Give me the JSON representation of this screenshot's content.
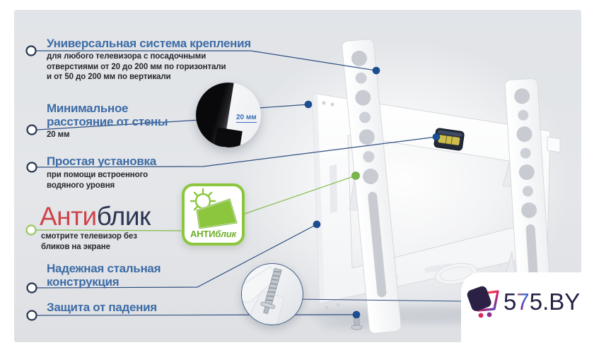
{
  "colors": {
    "background_gray": "#e2e4e7",
    "heading_blue": "#3d6ca6",
    "body_dark": "#25272e",
    "leader_navy": "#2f4f80",
    "dot_blue": "#1b4f94",
    "accent_green": "#8cc63e",
    "anti_red": "#cf4449",
    "anti_navy": "#2c3552",
    "logo_navy": "#272145"
  },
  "callouts": [
    {
      "title": "Универсальная система крепления",
      "body": "для любого телевизора с посадочными\nотверстиями от 20 до 200 мм по горизонтали\nи от 50 до 200 мм по вертикали"
    },
    {
      "title": "Минимальное\nрасстояние от стены",
      "body": "20 мм"
    },
    {
      "title": "Простая установка",
      "body": "при помощи встроенного\nводяного уровня"
    },
    {
      "title": "Надежная стальная\nконструкция"
    },
    {
      "title": "Защита от падения"
    }
  ],
  "antiglare": {
    "prefix": "Анти",
    "suffix": "блик",
    "body": "смотрите телевизор без\nбликов на экране"
  },
  "insets": {
    "wall_distance_label": "20 мм",
    "badge_prefix": "АНТИ",
    "badge_suffix": "блик"
  },
  "logo": {
    "first": "5",
    "accent": "7",
    "rest": "5.BY"
  }
}
